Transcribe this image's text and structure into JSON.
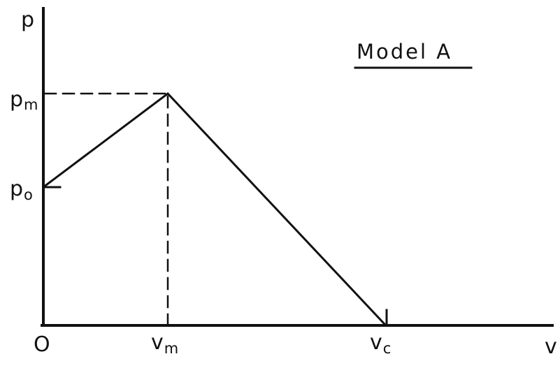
{
  "title": "Model A",
  "axes": {
    "y_label": "p",
    "x_label": "v",
    "origin_label": "O"
  },
  "y_ticks": [
    {
      "main": "p",
      "sub": "m"
    },
    {
      "main": "p",
      "sub": "o"
    }
  ],
  "x_ticks": [
    {
      "main": "v",
      "sub": "m"
    },
    {
      "main": "v",
      "sub": "c"
    }
  ],
  "colors": {
    "ink": "#111111",
    "background": "#ffffff"
  }
}
